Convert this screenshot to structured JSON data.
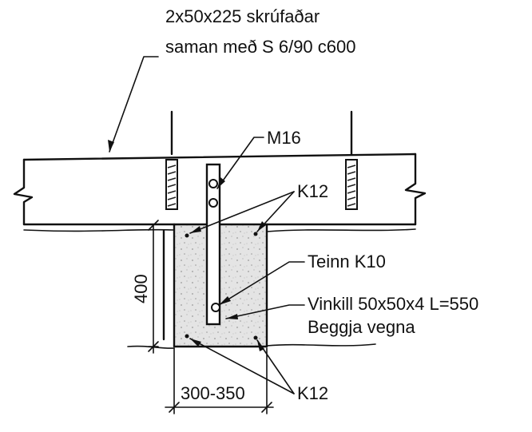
{
  "labels": {
    "beam_line1": "2x50x225 skrúfaðar",
    "beam_line2": "saman með S 6/90 c600",
    "bolt": "M16",
    "rebar_top": "K12",
    "tie": "Teinn K10",
    "angle_line1": "Vinkill 50x50x4 L=550",
    "angle_line2": "Beggja vegna",
    "rebar_bottom": "K12",
    "dim_height": "400",
    "dim_width": "300-350"
  }
}
